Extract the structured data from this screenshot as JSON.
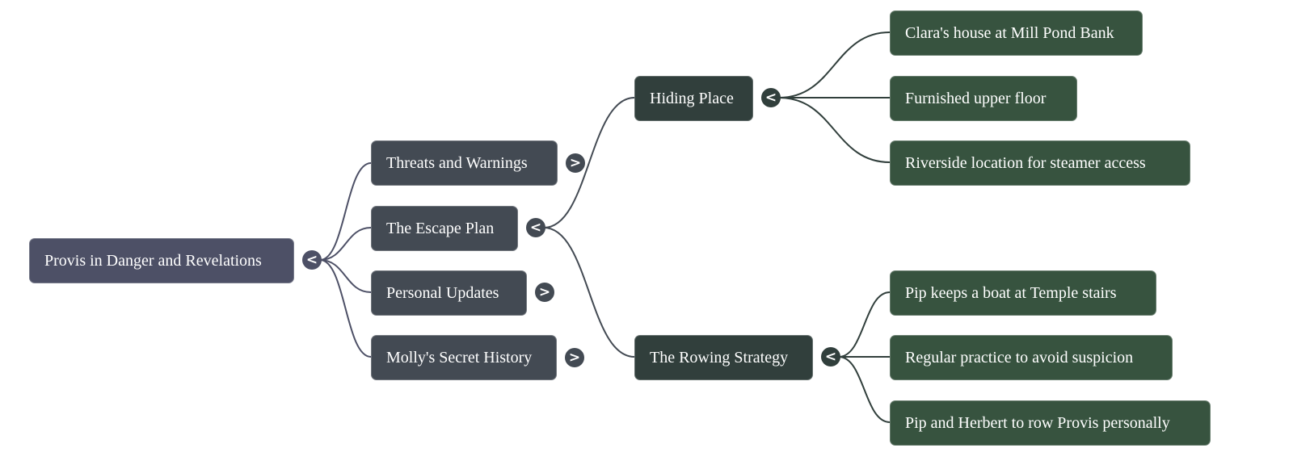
{
  "colors": {
    "root": "#4d5066",
    "level1": "#434a53",
    "level2": "#313f3c",
    "leaf": "#37533f",
    "edge_root": "#4d5066",
    "edge_l1": "#434a53",
    "edge_l2": "#313f3c"
  },
  "mindmap": {
    "root": {
      "label": "Provis in Danger and Revelations",
      "toggle": "<",
      "expanded": true
    },
    "branches": [
      {
        "label": "Threats and Warnings",
        "toggle": ">",
        "expanded": false
      },
      {
        "label": "The Escape Plan",
        "toggle": "<",
        "expanded": true
      },
      {
        "label": "Personal Updates",
        "toggle": ">",
        "expanded": false
      },
      {
        "label": "Molly's Secret History",
        "toggle": ">",
        "expanded": false
      }
    ],
    "escape_plan": [
      {
        "label": "Hiding Place",
        "toggle": "<",
        "expanded": true,
        "children": [
          {
            "label": "Clara's house at Mill Pond Bank"
          },
          {
            "label": "Furnished upper floor"
          },
          {
            "label": "Riverside location for steamer access"
          }
        ]
      },
      {
        "label": "The Rowing Strategy",
        "toggle": "<",
        "expanded": true,
        "children": [
          {
            "label": "Pip keeps a boat at Temple stairs"
          },
          {
            "label": "Regular practice to avoid suspicion"
          },
          {
            "label": "Pip and Herbert to row Provis personally"
          }
        ]
      }
    ]
  }
}
